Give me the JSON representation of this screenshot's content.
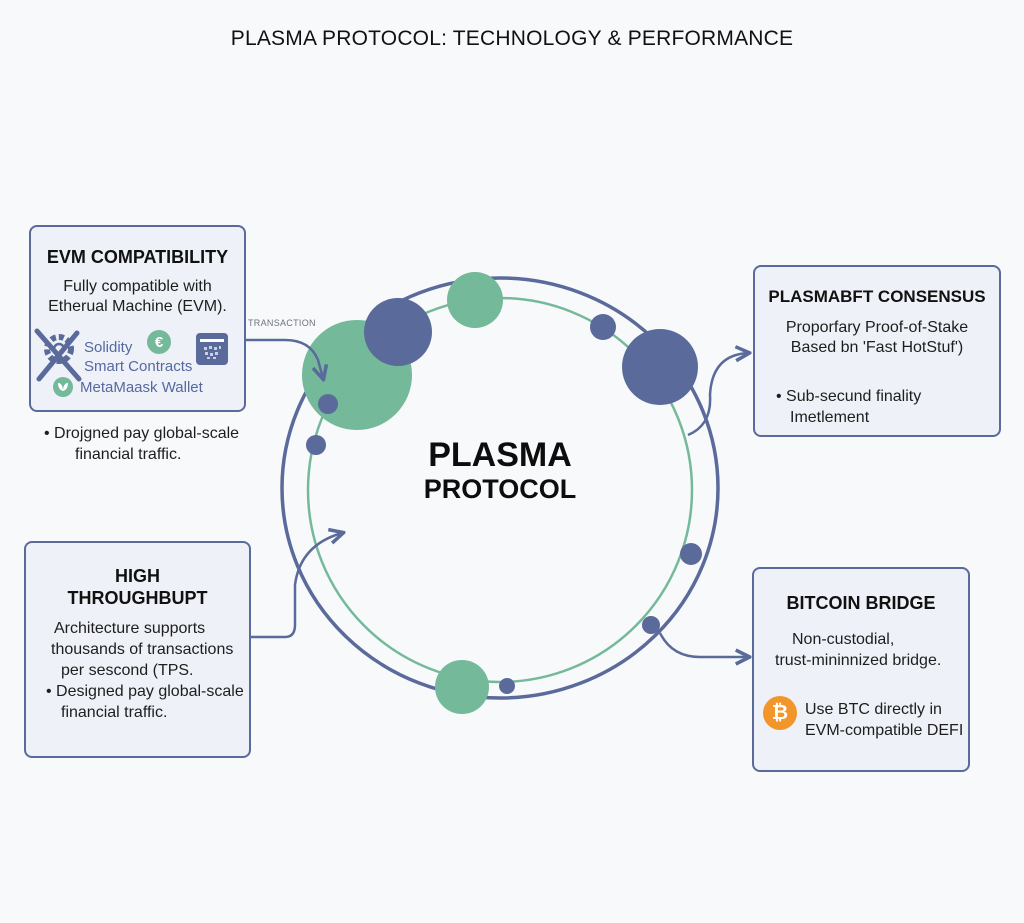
{
  "title": "PLASMA PROTOCOL: TECHNOLOGY & PERFORMANCE",
  "center": {
    "line1": "PLASMA",
    "line2": "PROTOCOL"
  },
  "connector_label": "TRANSACTION",
  "colors": {
    "navy": "#5a6a9a",
    "green": "#74b99a",
    "box_bg": "#eef1f7",
    "bitcoin_orange": "#f2952b"
  },
  "evm": {
    "title": "EVM COMPATIBILITY",
    "desc_line1": "Fully compatible with",
    "desc_line2": "Etherual Machine (EVM).",
    "tool1_line1": "Solidity",
    "tool1_line2": "Smart Contracts",
    "tool2": "MetaMaask Wallet",
    "bullet_line1": "Drojgned pay global-scale",
    "bullet_line2": "financial traffic.",
    "icons": [
      "crossed-gear-icon",
      "euro-coin-icon",
      "calendar-card-icon",
      "leaf-badge-icon"
    ]
  },
  "throughput": {
    "title_line1": "HIGH",
    "title_line2": "THROUGHBUPT",
    "desc_line1": "Architecture supports",
    "desc_line2": "thousands of transactions",
    "desc_line3": "per sescond (TPS.",
    "bullet_line1": "Designed pay global-scale",
    "bullet_line2": "financial traffic."
  },
  "consensus": {
    "title": "PLASMABFT CONSENSUS",
    "desc_line1": "Proporfary Proof-of-Stake",
    "desc_line2": "Based bn 'Fast HotStuf')",
    "bullet_line1": "Sub-secund finality",
    "bullet_line2": "Imetlement"
  },
  "bridge": {
    "title": "BITCOIN BRIDGE",
    "desc_line1": "Non-custodial,",
    "desc_line2": "trust-mininnized bridge.",
    "feature_line1": "Use BTC directly in",
    "feature_line2": "EVM-compatible DEFI",
    "icon": "bitcoin-icon"
  }
}
